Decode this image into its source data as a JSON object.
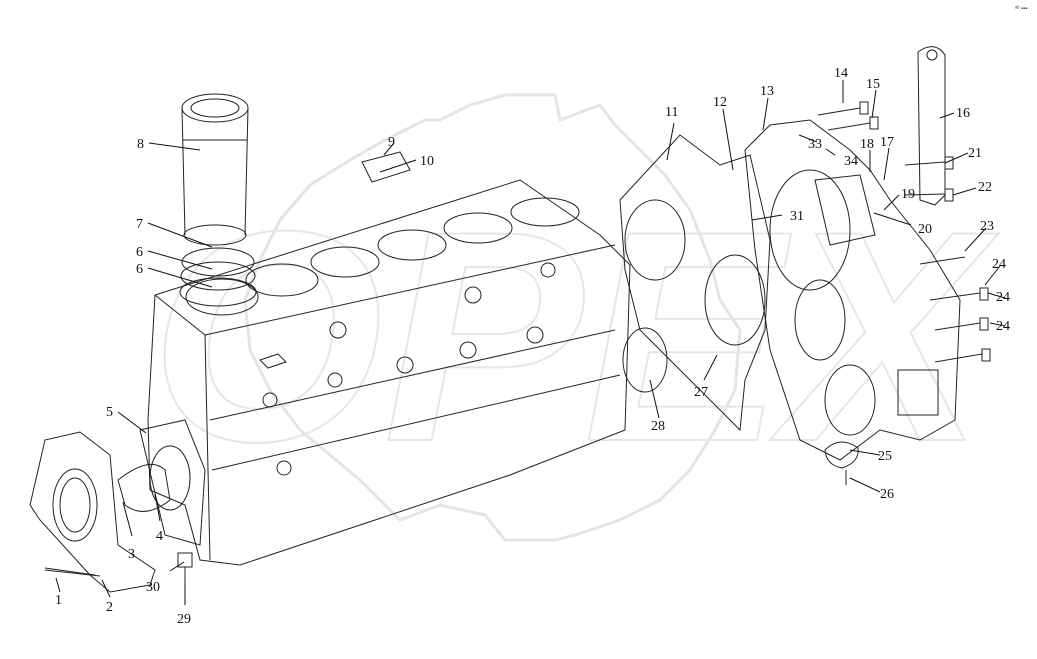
{
  "diagram": {
    "corner_mark": "ᵃᵇ ▪▪▪",
    "watermark_text": "OPEX",
    "callouts": [
      {
        "id": "1",
        "label": "1"
      },
      {
        "id": "2",
        "label": "2"
      },
      {
        "id": "3",
        "label": "3"
      },
      {
        "id": "4",
        "label": "4"
      },
      {
        "id": "5",
        "label": "5"
      },
      {
        "id": "6a",
        "label": "6"
      },
      {
        "id": "6b",
        "label": "6"
      },
      {
        "id": "7",
        "label": "7"
      },
      {
        "id": "8",
        "label": "8"
      },
      {
        "id": "9",
        "label": "9"
      },
      {
        "id": "10",
        "label": "10"
      },
      {
        "id": "11",
        "label": "11"
      },
      {
        "id": "12",
        "label": "12"
      },
      {
        "id": "13",
        "label": "13"
      },
      {
        "id": "14",
        "label": "14"
      },
      {
        "id": "15",
        "label": "15"
      },
      {
        "id": "16",
        "label": "16"
      },
      {
        "id": "17",
        "label": "17"
      },
      {
        "id": "18",
        "label": "18"
      },
      {
        "id": "19",
        "label": "19"
      },
      {
        "id": "20",
        "label": "20"
      },
      {
        "id": "21",
        "label": "21"
      },
      {
        "id": "22",
        "label": "22"
      },
      {
        "id": "23",
        "label": "23"
      },
      {
        "id": "24a",
        "label": "24"
      },
      {
        "id": "24b",
        "label": "24"
      },
      {
        "id": "24c",
        "label": "24"
      },
      {
        "id": "25",
        "label": "25"
      },
      {
        "id": "26",
        "label": "26"
      },
      {
        "id": "27",
        "label": "27"
      },
      {
        "id": "28",
        "label": "28"
      },
      {
        "id": "29",
        "label": "29"
      },
      {
        "id": "30",
        "label": "30"
      },
      {
        "id": "31",
        "label": "31"
      },
      {
        "id": "33",
        "label": "33"
      },
      {
        "id": "34",
        "label": "34"
      }
    ]
  }
}
